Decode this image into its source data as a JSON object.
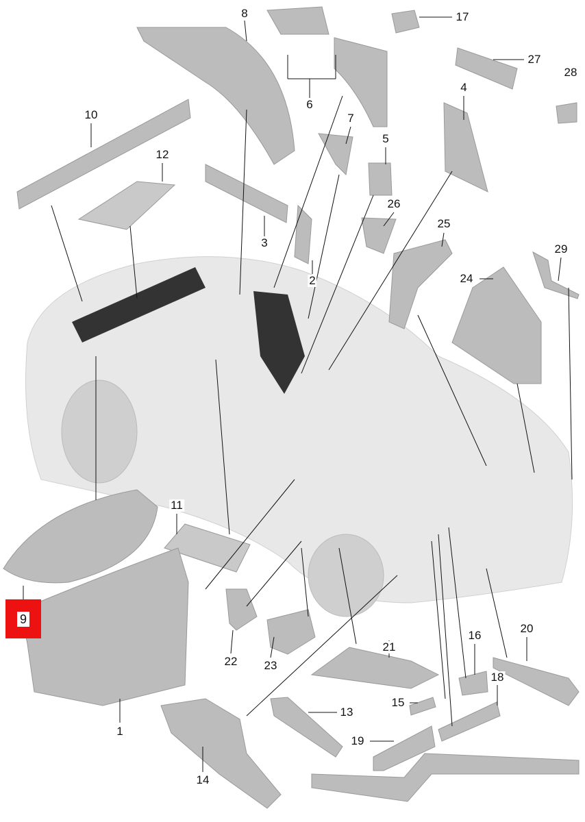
{
  "diagram": {
    "highlighted_part": "9",
    "callouts": [
      "8",
      "17",
      "27",
      "28",
      "6",
      "4",
      "10",
      "7",
      "5",
      "12",
      "26",
      "3",
      "25",
      "29",
      "24",
      "2",
      "11",
      "22",
      "23",
      "21",
      "16",
      "20",
      "18",
      "15",
      "13",
      "19",
      "1",
      "14"
    ],
    "colors": {
      "highlight": "#ee1111",
      "part": "#b9b9b9",
      "car": "#e6e6e6",
      "foam": "#333333"
    }
  }
}
